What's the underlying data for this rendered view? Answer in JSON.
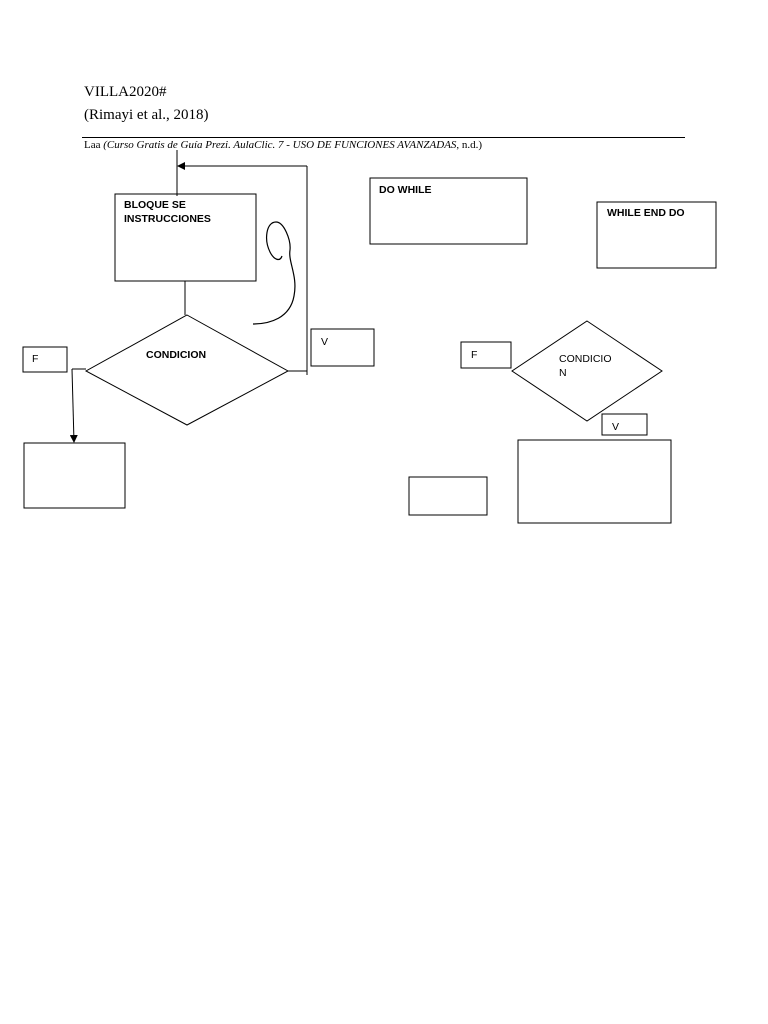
{
  "header": {
    "title": "VILLA2020#",
    "citation": "(Rimayi et al., 2018)",
    "reference_prefix": "Laa",
    "reference_italic": "(Curso Gratis de Guía Prezi. AulaClic. 7 - USO DE FUNCIONES AVANZADAS",
    "reference_suffix": ", n.d.)"
  },
  "diagram_left": {
    "block_label": "BLOQUE SE\nINSTRUCCIONES",
    "condition_label": "CONDICION",
    "false_label": "F",
    "true_label": "V"
  },
  "diagram_right": {
    "do_while_label": "DO WHILE",
    "while_end_do_label": "WHILE END DO",
    "false_label": "F",
    "condition_label": "CONDICIO\nN",
    "true_label": "V"
  },
  "colors": {
    "stroke": "#000000",
    "background": "#ffffff"
  }
}
